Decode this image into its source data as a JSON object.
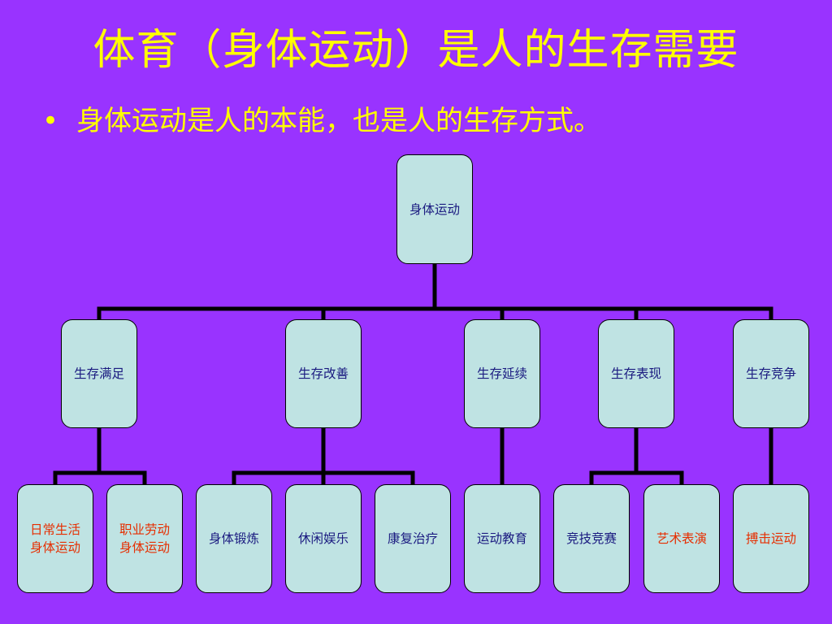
{
  "slide": {
    "title": "体育（身体运动）是人的生存需要",
    "bullet_symbol": "•",
    "bullet_text": "身体运动是人的本能，也是人的生存方式。"
  },
  "colors": {
    "background": "#9933ff",
    "title": "#ffff00",
    "node_fill": "#bfe3e3",
    "text_dark": "#1a1a80",
    "text_highlight": "#e62e00",
    "line": "#000000"
  },
  "tree": {
    "root": {
      "id": "root",
      "label": "身体运动"
    },
    "level1": [
      {
        "id": "l1-0",
        "label": "生存满足"
      },
      {
        "id": "l1-1",
        "label": "生存改善"
      },
      {
        "id": "l1-2",
        "label": "生存延续"
      },
      {
        "id": "l1-3",
        "label": "生存表现"
      },
      {
        "id": "l1-4",
        "label": "生存竞争"
      }
    ],
    "level2": [
      {
        "id": "l2-0",
        "parent": "l1-0",
        "label": "日常生活\n身体运动",
        "highlight": true
      },
      {
        "id": "l2-1",
        "parent": "l1-0",
        "label": "职业劳动\n身体运动",
        "highlight": true
      },
      {
        "id": "l2-2",
        "parent": "l1-1",
        "label": "身体锻炼",
        "highlight": false
      },
      {
        "id": "l2-3",
        "parent": "l1-1",
        "label": "休闲娱乐",
        "highlight": false
      },
      {
        "id": "l2-4",
        "parent": "l1-1",
        "label": "康复治疗",
        "highlight": false
      },
      {
        "id": "l2-5",
        "parent": "l1-2",
        "label": "运动教育",
        "highlight": false
      },
      {
        "id": "l2-6",
        "parent": "l1-3",
        "label": "竞技竞赛",
        "highlight": false
      },
      {
        "id": "l2-7",
        "parent": "l1-3",
        "label": "艺术表演",
        "highlight": true
      },
      {
        "id": "l2-8",
        "parent": "l1-4",
        "label": "搏击运动",
        "highlight": true
      }
    ]
  }
}
